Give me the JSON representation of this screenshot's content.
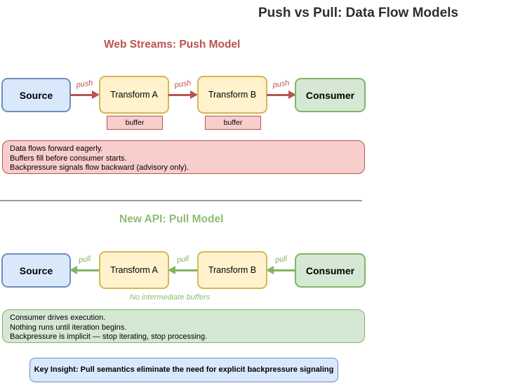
{
  "page": {
    "title": "Push vs Pull: Data Flow Models"
  },
  "push_section": {
    "heading": "Web Streams: Push Model",
    "arrow_label": "push",
    "nodes": [
      {
        "label": "Source"
      },
      {
        "label": "Transform A"
      },
      {
        "label": "Transform B"
      },
      {
        "label": "Consumer"
      }
    ],
    "buffers": [
      {
        "label": "buffer"
      },
      {
        "label": "buffer"
      }
    ],
    "note_lines": [
      "Data flows forward eagerly.",
      "Buffers fill before consumer starts.",
      "Backpressure signals flow backward (advisory only)."
    ]
  },
  "pull_section": {
    "heading": "New API: Pull Model",
    "arrow_label": "pull",
    "nodes": [
      {
        "label": "Source"
      },
      {
        "label": "Transform A"
      },
      {
        "label": "Transform B"
      },
      {
        "label": "Consumer"
      }
    ],
    "caption": "No intermediate buffers",
    "note_lines": [
      "Consumer drives execution.",
      "Nothing runs until iteration begins.",
      "Backpressure is implicit — stop iterating, stop processing."
    ]
  },
  "key_insight": {
    "text": "Key Insight: Pull semantics eliminate the need for explicit backpressure signaling"
  },
  "colors": {
    "title": "#2d2d2d",
    "push_accent": "#b85450",
    "pull_accent": "#82b366",
    "pull_heading": "#8ebc75",
    "blue_fill": "#dae8fc",
    "blue_border": "#6c8ebf",
    "yellow_fill": "#fff2cc",
    "yellow_border": "#d6b656",
    "green_fill": "#d5e8d4",
    "green_border": "#82b366",
    "pink_fill": "#f8cecc",
    "pink_border": "#b85450",
    "divider": "#999999"
  }
}
